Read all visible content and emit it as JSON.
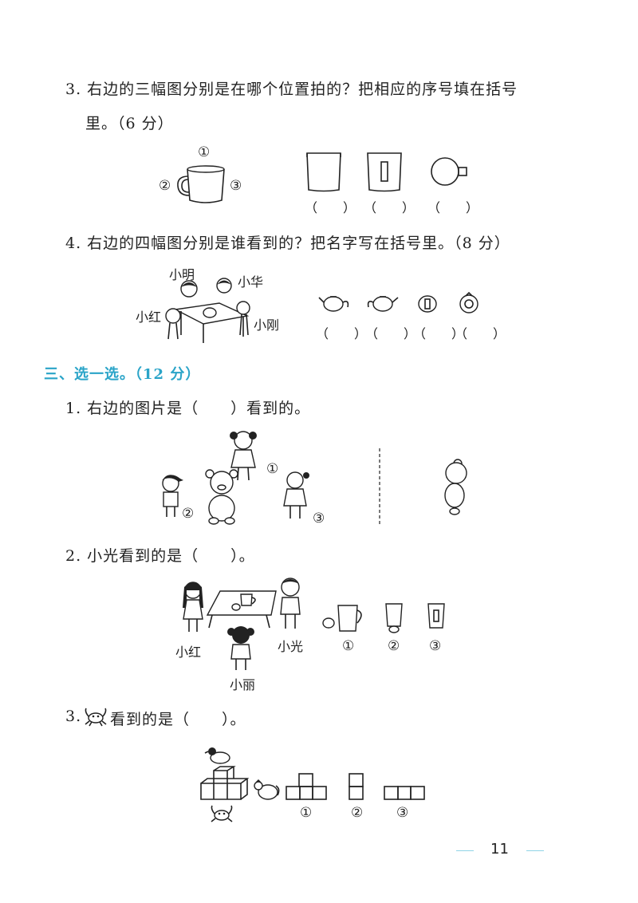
{
  "q3": {
    "text_line1": "3. 右边的三幅图分别是在哪个位置拍的？把相应的序号填在括号",
    "text_line2": "里。（6 分）",
    "pos_top": "①",
    "pos_left": "②",
    "pos_right": "③",
    "answer_1": "（　　）",
    "answer_2": "（　　）",
    "answer_3": "（　　）"
  },
  "q4": {
    "text": "4. 右边的四幅图分别是谁看到的？把名字写在括号里。（8 分）",
    "name_ming": "小明",
    "name_hua": "小华",
    "name_hong": "小红",
    "name_gang": "小刚",
    "answer_1": "（　　）",
    "answer_2": "（　　）",
    "answer_3": "（　　）",
    "answer_4": "（　　）"
  },
  "section3": {
    "title": "三、选一选。（12 分）"
  },
  "s1": {
    "text": "1. 右边的图片是（　　）看到的。",
    "mark_1": "①",
    "mark_2": "②",
    "mark_3": "③"
  },
  "s2": {
    "text": "2. 小光看到的是（　　）。",
    "name_hong": "小红",
    "name_guang": "小光",
    "name_li": "小丽",
    "opt_1": "①",
    "opt_2": "②",
    "opt_3": "③"
  },
  "s3": {
    "text": "看到的是（　　）。",
    "num": "3.",
    "opt_1": "①",
    "opt_2": "②",
    "opt_3": "③"
  },
  "footer": {
    "page_number": "11",
    "accent_color": "#8fd3e6"
  },
  "colors": {
    "section_title": "#2aa4c8",
    "text": "#222222"
  }
}
